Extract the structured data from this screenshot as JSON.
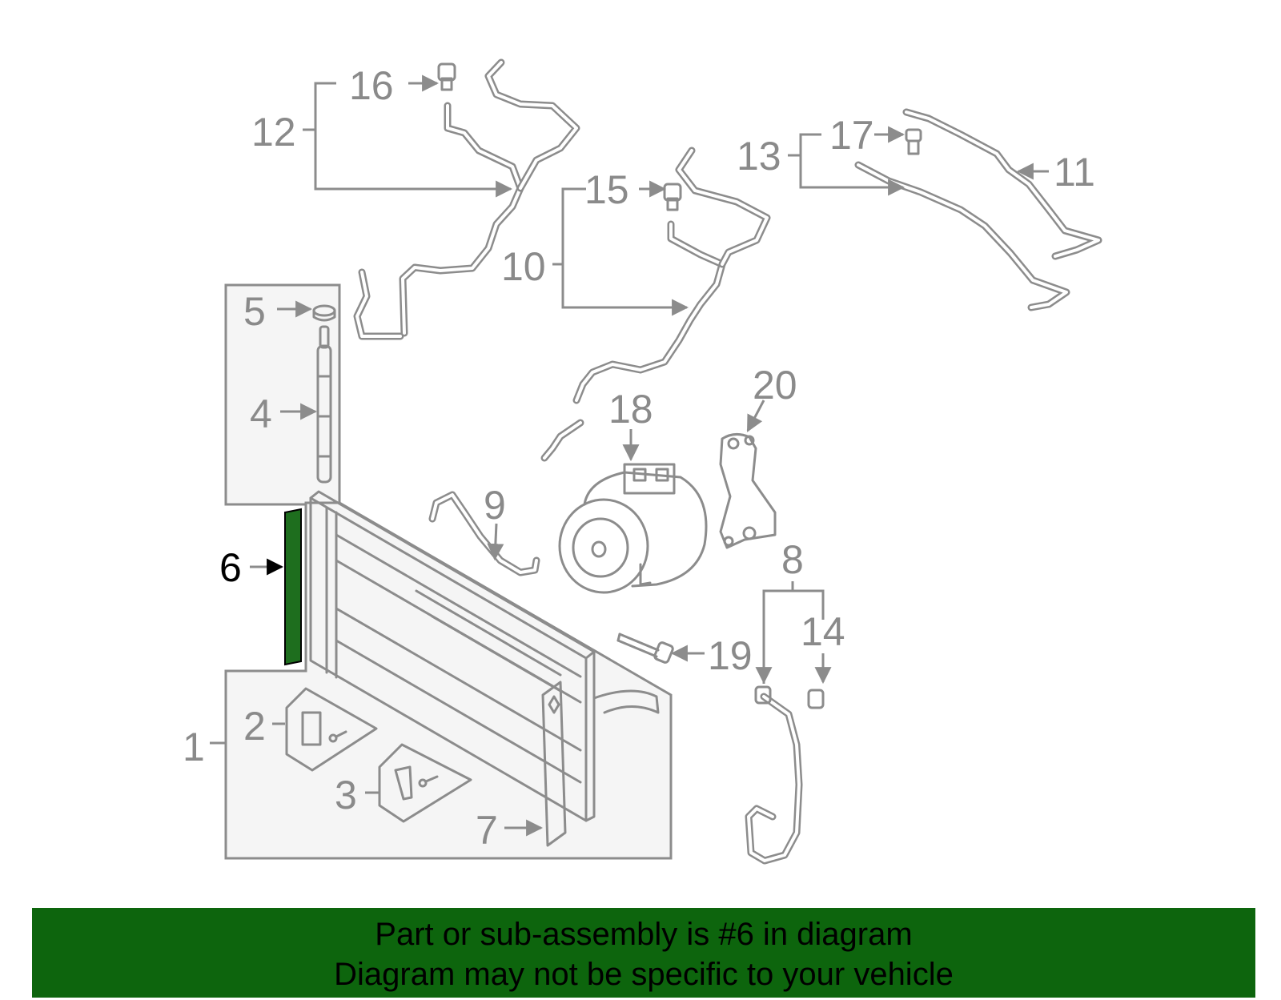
{
  "diagram": {
    "highlight_color": "#1e6e1e",
    "labels": {
      "c1": "1",
      "c2": "2",
      "c3": "3",
      "c4": "4",
      "c5": "5",
      "c6": "6",
      "c7": "7",
      "c8": "8",
      "c9": "9",
      "c10": "10",
      "c11": "11",
      "c12": "12",
      "c13": "13",
      "c14": "14",
      "c15": "15",
      "c16": "16",
      "c17": "17",
      "c18": "18",
      "c19": "19",
      "c20": "20"
    }
  },
  "banner": {
    "line1": "Part or sub-assembly is #6 in diagram",
    "line2": "Diagram may not be specific to your vehicle",
    "background": "#0d650d"
  }
}
